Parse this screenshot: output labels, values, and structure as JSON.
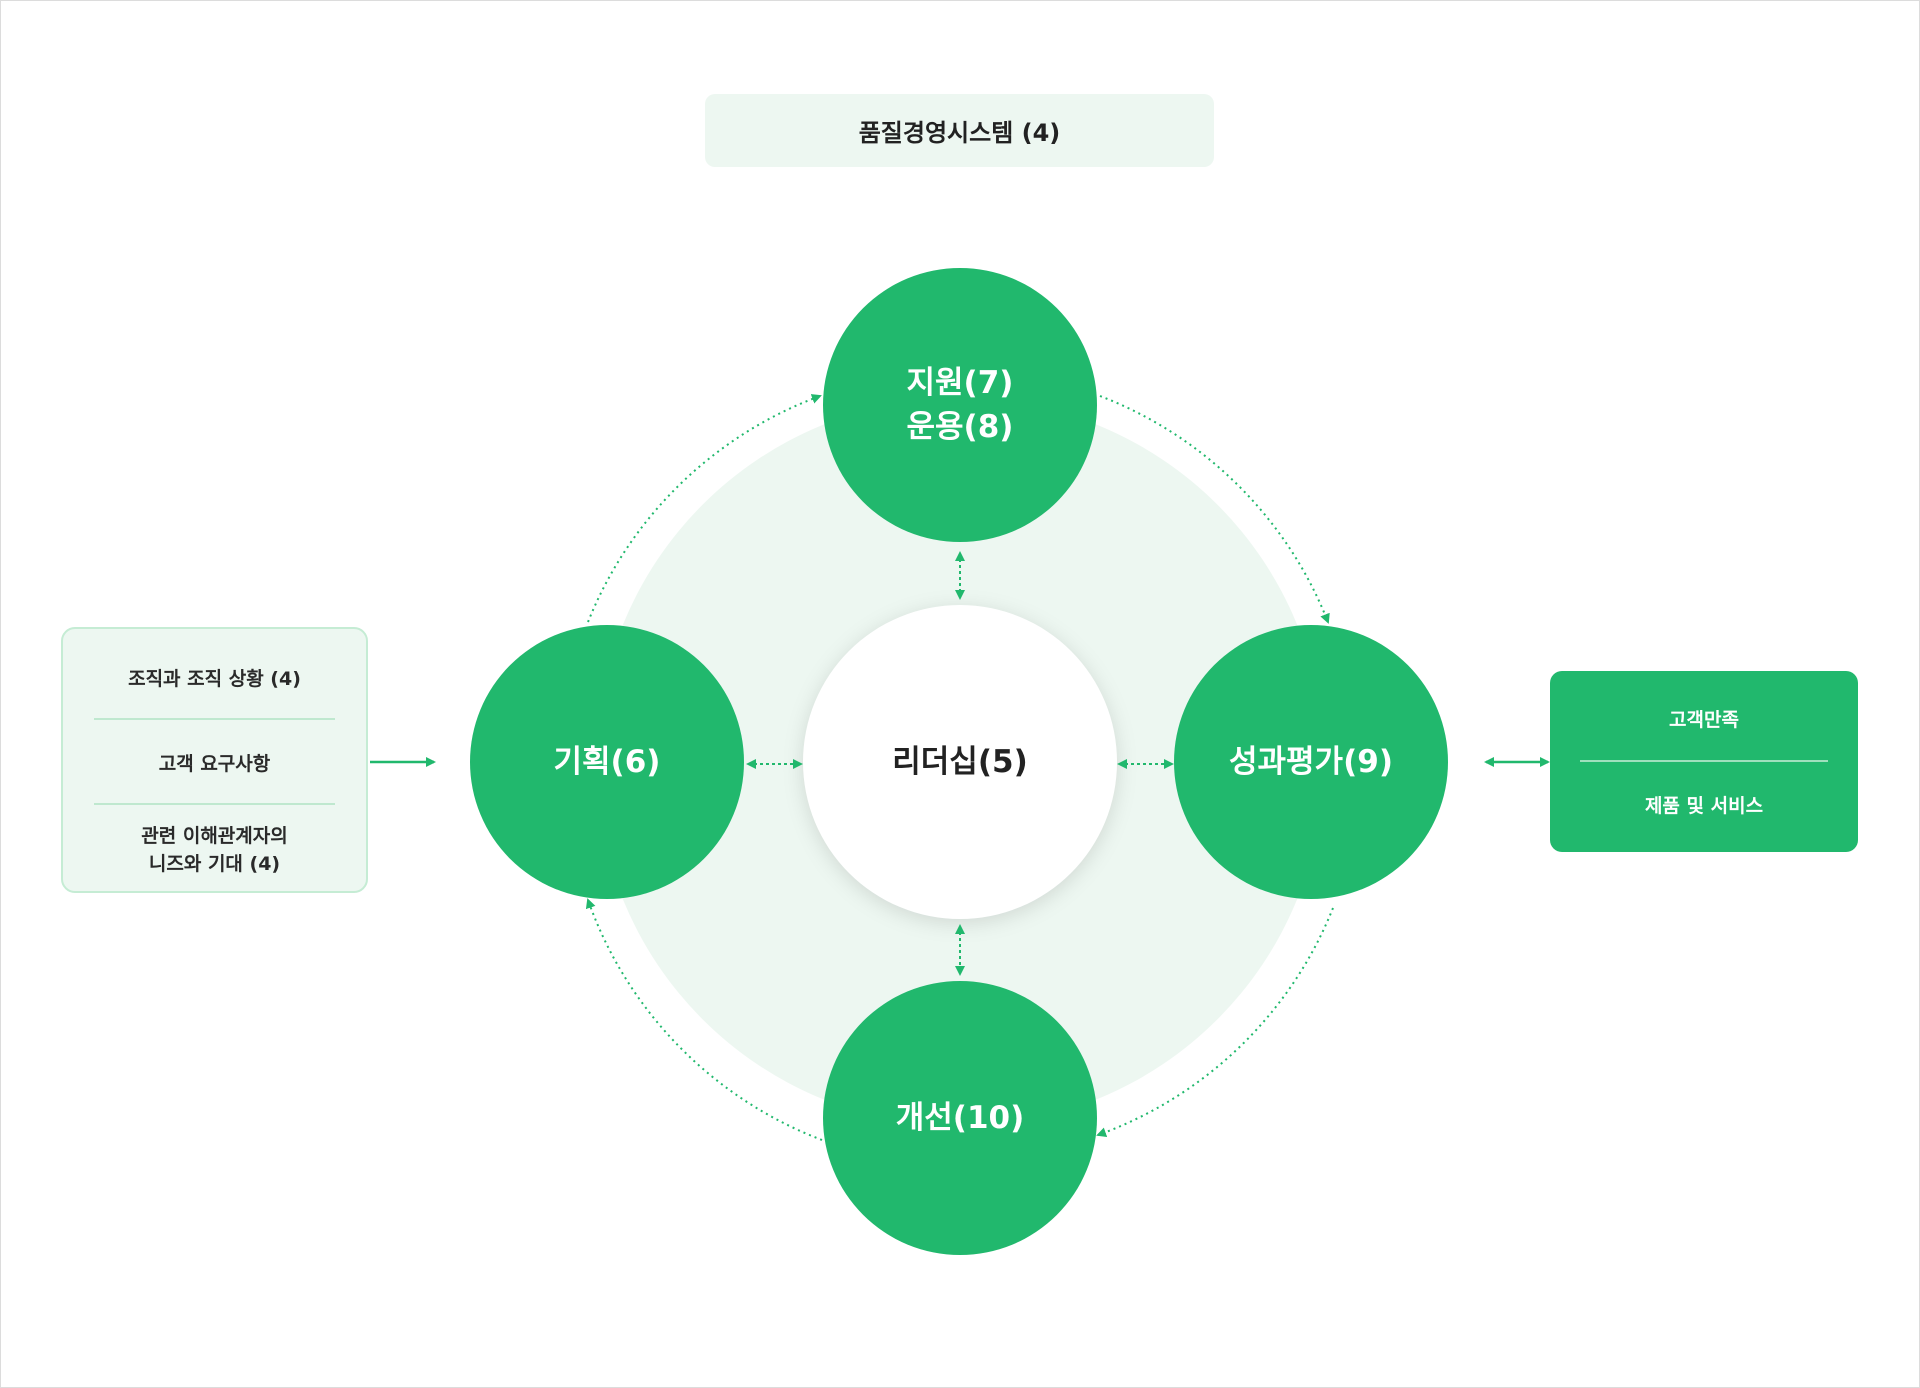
{
  "title": "품질경영시스템 (4)",
  "colors": {
    "accent": "#21b86d",
    "pale": "#edf7f1",
    "border": "#c5ecd4"
  },
  "circles": {
    "top": [
      "지원(7)",
      "운용(8)"
    ],
    "left": "기획(6)",
    "center": "리더십(5)",
    "right": "성과평가(9)",
    "bottom": "개선(10)"
  },
  "inputs": [
    "조직과 조직 상황 (4)",
    "고객 요구사항",
    "관련 이해관계자의",
    "니즈와 기대 (4)"
  ],
  "outputs": [
    "고객만족",
    "제품 및 서비스"
  ]
}
